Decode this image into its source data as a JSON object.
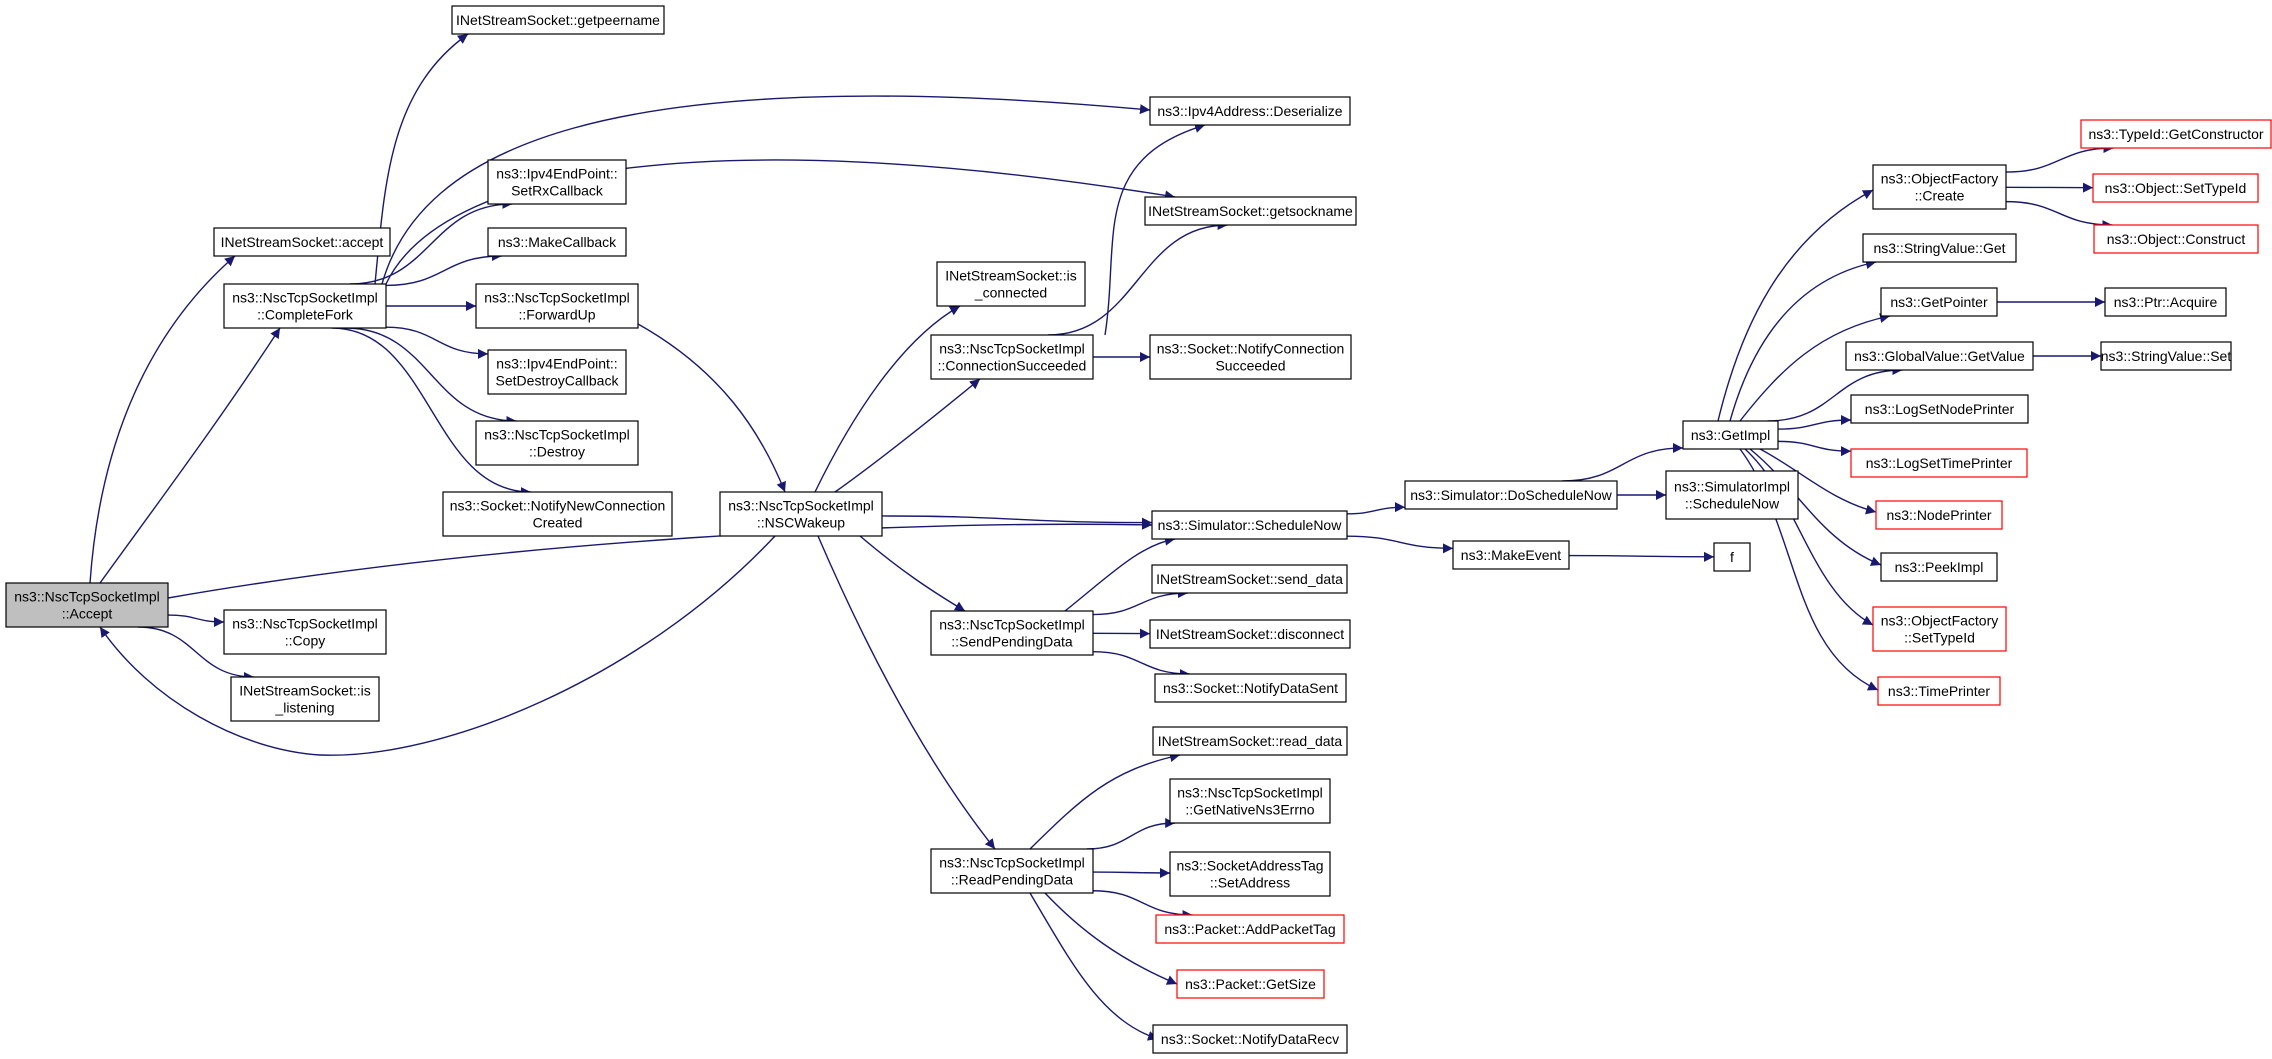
{
  "colors": {
    "edge": "#191970",
    "root_fill": "#bfbfbf",
    "node_stroke": "#000000",
    "truncated_stroke": "#ff0000",
    "background": "#ffffff"
  },
  "nodes": {
    "accept_root": {
      "lines": [
        "ns3::NscTcpSocketImpl",
        "::Accept"
      ],
      "style": "root"
    },
    "inss_accept": {
      "lines": [
        "INetStreamSocket::accept"
      ],
      "style": "normal"
    },
    "complete_fork": {
      "lines": [
        "ns3::NscTcpSocketImpl",
        "::CompleteFork"
      ],
      "style": "normal"
    },
    "copy": {
      "lines": [
        "ns3::NscTcpSocketImpl",
        "::Copy"
      ],
      "style": "normal"
    },
    "is_listening": {
      "lines": [
        "INetStreamSocket::is",
        "_listening"
      ],
      "style": "normal"
    },
    "getpeername": {
      "lines": [
        "INetStreamSocket::getpeername"
      ],
      "style": "normal"
    },
    "set_rx_callback": {
      "lines": [
        "ns3::Ipv4EndPoint::",
        "SetRxCallback"
      ],
      "style": "normal"
    },
    "make_callback": {
      "lines": [
        "ns3::MakeCallback"
      ],
      "style": "normal"
    },
    "forward_up": {
      "lines": [
        "ns3::NscTcpSocketImpl",
        "::ForwardUp"
      ],
      "style": "normal"
    },
    "set_destroy_callback": {
      "lines": [
        "ns3::Ipv4EndPoint::",
        "SetDestroyCallback"
      ],
      "style": "normal"
    },
    "destroy": {
      "lines": [
        "ns3::NscTcpSocketImpl",
        "::Destroy"
      ],
      "style": "normal"
    },
    "notify_new_connection": {
      "lines": [
        "ns3::Socket::NotifyNewConnection",
        "Created"
      ],
      "style": "normal"
    },
    "nsc_wakeup": {
      "lines": [
        "ns3::NscTcpSocketImpl",
        "::NSCWakeup"
      ],
      "style": "normal"
    },
    "is_connected": {
      "lines": [
        "INetStreamSocket::is",
        "_connected"
      ],
      "style": "normal"
    },
    "connection_succeeded": {
      "lines": [
        "ns3::NscTcpSocketImpl",
        "::ConnectionSucceeded"
      ],
      "style": "normal"
    },
    "send_pending_data": {
      "lines": [
        "ns3::NscTcpSocketImpl",
        "::SendPendingData"
      ],
      "style": "normal"
    },
    "read_pending_data": {
      "lines": [
        "ns3::NscTcpSocketImpl",
        "::ReadPendingData"
      ],
      "style": "normal"
    },
    "ipv4_deserialize": {
      "lines": [
        "ns3::Ipv4Address::Deserialize"
      ],
      "style": "normal"
    },
    "getsockname": {
      "lines": [
        "INetStreamSocket::getsockname"
      ],
      "style": "normal"
    },
    "notify_connection_succeeded": {
      "lines": [
        "ns3::Socket::NotifyConnection",
        "Succeeded"
      ],
      "style": "normal"
    },
    "schedule_now": {
      "lines": [
        "ns3::Simulator::ScheduleNow"
      ],
      "style": "normal"
    },
    "send_data": {
      "lines": [
        "INetStreamSocket::send_data"
      ],
      "style": "normal"
    },
    "disconnect": {
      "lines": [
        "INetStreamSocket::disconnect"
      ],
      "style": "normal"
    },
    "notify_data_sent": {
      "lines": [
        "ns3::Socket::NotifyDataSent"
      ],
      "style": "normal"
    },
    "read_data": {
      "lines": [
        "INetStreamSocket::read_data"
      ],
      "style": "normal"
    },
    "get_native_errno": {
      "lines": [
        "ns3::NscTcpSocketImpl",
        "::GetNativeNs3Errno"
      ],
      "style": "normal"
    },
    "set_address": {
      "lines": [
        "ns3::SocketAddressTag",
        "::SetAddress"
      ],
      "style": "normal"
    },
    "add_packet_tag": {
      "lines": [
        "ns3::Packet::AddPacketTag"
      ],
      "style": "truncated"
    },
    "get_size": {
      "lines": [
        "ns3::Packet::GetSize"
      ],
      "style": "truncated"
    },
    "notify_data_recv": {
      "lines": [
        "ns3::Socket::NotifyDataRecv"
      ],
      "style": "normal"
    },
    "do_schedule_now": {
      "lines": [
        "ns3::Simulator::DoScheduleNow"
      ],
      "style": "normal"
    },
    "make_event": {
      "lines": [
        "ns3::MakeEvent"
      ],
      "style": "normal"
    },
    "simimpl_schedule_now": {
      "lines": [
        "ns3::SimulatorImpl",
        "::ScheduleNow"
      ],
      "style": "normal"
    },
    "f": {
      "lines": [
        "f"
      ],
      "style": "normal"
    },
    "get_impl": {
      "lines": [
        "ns3::GetImpl"
      ],
      "style": "normal"
    },
    "object_factory_create": {
      "lines": [
        "ns3::ObjectFactory",
        "::Create"
      ],
      "style": "normal"
    },
    "string_value_get": {
      "lines": [
        "ns3::StringValue::Get"
      ],
      "style": "normal"
    },
    "get_pointer": {
      "lines": [
        "ns3::GetPointer"
      ],
      "style": "normal"
    },
    "global_value_get_value": {
      "lines": [
        "ns3::GlobalValue::GetValue"
      ],
      "style": "normal"
    },
    "log_set_node_printer": {
      "lines": [
        "ns3::LogSetNodePrinter"
      ],
      "style": "normal"
    },
    "log_set_time_printer": {
      "lines": [
        "ns3::LogSetTimePrinter"
      ],
      "style": "truncated"
    },
    "node_printer": {
      "lines": [
        "ns3::NodePrinter"
      ],
      "style": "truncated"
    },
    "peek_impl": {
      "lines": [
        "ns3::PeekImpl"
      ],
      "style": "normal"
    },
    "object_factory_set_type_id": {
      "lines": [
        "ns3::ObjectFactory",
        "::SetTypeId"
      ],
      "style": "truncated"
    },
    "time_printer": {
      "lines": [
        "ns3::TimePrinter"
      ],
      "style": "truncated"
    },
    "type_id_get_constructor": {
      "lines": [
        "ns3::TypeId::GetConstructor"
      ],
      "style": "truncated"
    },
    "object_set_type_id": {
      "lines": [
        "ns3::Object::SetTypeId"
      ],
      "style": "truncated"
    },
    "object_construct": {
      "lines": [
        "ns3::Object::Construct"
      ],
      "style": "truncated"
    },
    "ptr_acquire": {
      "lines": [
        "ns3::Ptr::Acquire"
      ],
      "style": "normal"
    },
    "string_value_set": {
      "lines": [
        "ns3::StringValue::Set"
      ],
      "style": "normal"
    }
  },
  "edges": [
    [
      "accept_root",
      "inss_accept"
    ],
    [
      "accept_root",
      "complete_fork"
    ],
    [
      "accept_root",
      "copy"
    ],
    [
      "accept_root",
      "is_listening"
    ],
    [
      "accept_root",
      "schedule_now"
    ],
    [
      "complete_fork",
      "getpeername"
    ],
    [
      "complete_fork",
      "ipv4_deserialize"
    ],
    [
      "complete_fork",
      "getsockname"
    ],
    [
      "complete_fork",
      "set_rx_callback"
    ],
    [
      "complete_fork",
      "make_callback"
    ],
    [
      "complete_fork",
      "forward_up"
    ],
    [
      "complete_fork",
      "set_destroy_callback"
    ],
    [
      "complete_fork",
      "destroy"
    ],
    [
      "complete_fork",
      "notify_new_connection"
    ],
    [
      "forward_up",
      "nsc_wakeup"
    ],
    [
      "nsc_wakeup",
      "accept_root"
    ],
    [
      "nsc_wakeup",
      "is_connected"
    ],
    [
      "nsc_wakeup",
      "connection_succeeded"
    ],
    [
      "nsc_wakeup",
      "schedule_now"
    ],
    [
      "nsc_wakeup",
      "send_pending_data"
    ],
    [
      "nsc_wakeup",
      "read_pending_data"
    ],
    [
      "connection_succeeded",
      "ipv4_deserialize"
    ],
    [
      "connection_succeeded",
      "getsockname"
    ],
    [
      "connection_succeeded",
      "notify_connection_succeeded"
    ],
    [
      "send_pending_data",
      "schedule_now"
    ],
    [
      "send_pending_data",
      "send_data"
    ],
    [
      "send_pending_data",
      "disconnect"
    ],
    [
      "send_pending_data",
      "notify_data_sent"
    ],
    [
      "read_pending_data",
      "read_data"
    ],
    [
      "read_pending_data",
      "get_native_errno"
    ],
    [
      "read_pending_data",
      "set_address"
    ],
    [
      "read_pending_data",
      "add_packet_tag"
    ],
    [
      "read_pending_data",
      "get_size"
    ],
    [
      "read_pending_data",
      "notify_data_recv"
    ],
    [
      "schedule_now",
      "do_schedule_now"
    ],
    [
      "schedule_now",
      "make_event"
    ],
    [
      "do_schedule_now",
      "get_impl"
    ],
    [
      "do_schedule_now",
      "simimpl_schedule_now"
    ],
    [
      "make_event",
      "f"
    ],
    [
      "get_impl",
      "object_factory_create"
    ],
    [
      "get_impl",
      "string_value_get"
    ],
    [
      "get_impl",
      "get_pointer"
    ],
    [
      "get_impl",
      "global_value_get_value"
    ],
    [
      "get_impl",
      "log_set_node_printer"
    ],
    [
      "get_impl",
      "log_set_time_printer"
    ],
    [
      "get_impl",
      "node_printer"
    ],
    [
      "get_impl",
      "peek_impl"
    ],
    [
      "get_impl",
      "object_factory_set_type_id"
    ],
    [
      "get_impl",
      "time_printer"
    ],
    [
      "object_factory_create",
      "type_id_get_constructor"
    ],
    [
      "object_factory_create",
      "object_set_type_id"
    ],
    [
      "object_factory_create",
      "object_construct"
    ],
    [
      "get_pointer",
      "ptr_acquire"
    ],
    [
      "global_value_get_value",
      "string_value_set"
    ]
  ]
}
